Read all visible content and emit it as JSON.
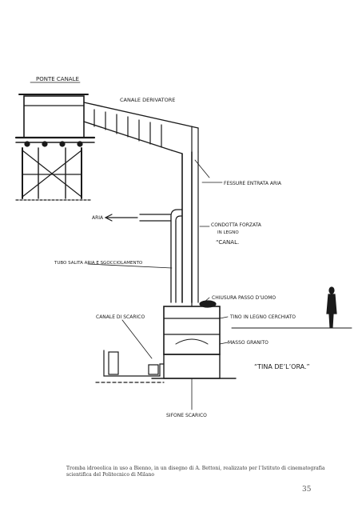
{
  "drawing": {
    "labels": {
      "ponte_canale": "PONTE CANALE",
      "canale_derivatore": "CANALE DERIVATORE",
      "fessure": "FESSURE ENTRATA ARIA",
      "aria": "ARIA",
      "condotta_1": "CONDOTTA FORZATA",
      "condotta_2": "IN LEGNO",
      "condotta_3": "“CANAL.",
      "tubo": "TUBO SALITA ARIA E SGOCCIOLAMENTO",
      "chiusura": "CHIUSURA PASSO D’UOMO",
      "tino": "TINO IN LEGNO CERCHIATO",
      "canale_scarico": "CANALE DI SCARICO",
      "masso": "MASSO GRANITO",
      "tina": "“TINA DE’L’ORA.”",
      "sifone": "SIFONE SCARICO"
    }
  },
  "caption": "Tromba idroeolica in uso a Bienno, in un disegno di A. Bettoni, realizzato per l’Istituto di cinematografia scientifica del Politecnico di Milano",
  "page_number": "35",
  "colors": {
    "ink": "#1a1a1a",
    "paper": "#ffffff"
  }
}
